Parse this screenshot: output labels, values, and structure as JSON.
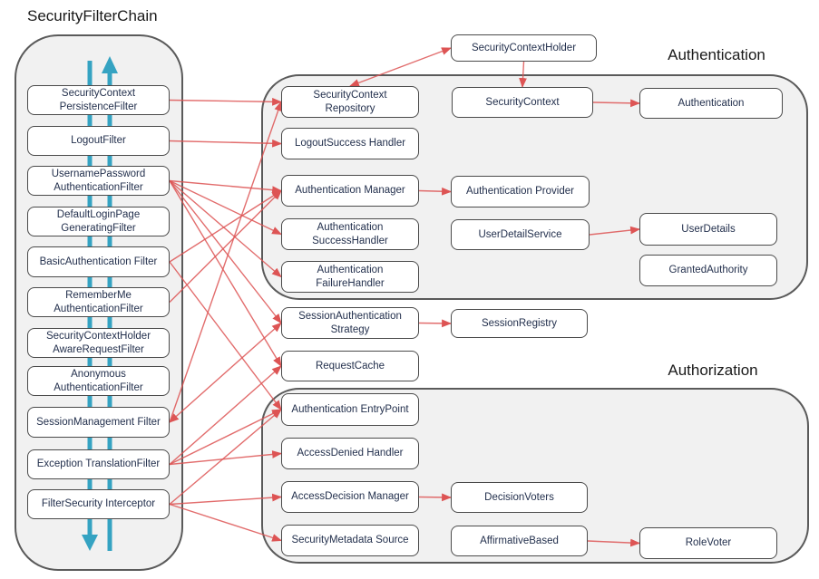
{
  "page_title": "SecurityFilterChain",
  "groups": {
    "authentication": {
      "label": "Authentication"
    },
    "authorization": {
      "label": "Authorization"
    }
  },
  "nodes": {
    "scpf": {
      "label": "SecurityContext PersistenceFilter"
    },
    "logout": {
      "label": "LogoutFilter"
    },
    "upaf": {
      "label": "UsernamePassword AuthenticationFilter"
    },
    "dlpgf": {
      "label": "DefaultLoginPage GeneratingFilter"
    },
    "baf": {
      "label": "BasicAuthentication Filter"
    },
    "rmaf": {
      "label": "RememberMe AuthenticationFilter"
    },
    "scharf": {
      "label": "SecurityContextHolder AwareRequestFilter"
    },
    "aaf": {
      "label": "Anonymous AuthenticationFilter"
    },
    "smf": {
      "label": "SessionManagement Filter"
    },
    "etf": {
      "label": "Exception TranslationFilter"
    },
    "fsi": {
      "label": "FilterSecurity Interceptor"
    },
    "scr": {
      "label": "SecurityContext Repository"
    },
    "lsh": {
      "label": "LogoutSuccess Handler"
    },
    "am": {
      "label": "Authentication Manager"
    },
    "ash": {
      "label": "Authentication SuccessHandler"
    },
    "afh": {
      "label": "Authentication FailureHandler"
    },
    "sas": {
      "label": "SessionAuthentication Strategy"
    },
    "rc": {
      "label": "RequestCache"
    },
    "aep": {
      "label": "Authentication EntryPoint"
    },
    "adh": {
      "label": "AccessDenied Handler"
    },
    "adm": {
      "label": "AccessDecision Manager"
    },
    "sms": {
      "label": "SecurityMetadata Source"
    },
    "sch": {
      "label": "SecurityContextHolder"
    },
    "sc": {
      "label": "SecurityContext"
    },
    "ap": {
      "label": "Authentication Provider"
    },
    "uds": {
      "label": "UserDetailService"
    },
    "sreg": {
      "label": "SessionRegistry"
    },
    "dv": {
      "label": "DecisionVoters"
    },
    "ab": {
      "label": "AffirmativeBased"
    },
    "auth": {
      "label": "Authentication"
    },
    "ud": {
      "label": "UserDetails"
    },
    "ga": {
      "label": "GrantedAuthority"
    },
    "rv": {
      "label": "RoleVoter"
    }
  },
  "edges": [
    {
      "from": "scpf",
      "to": "scr"
    },
    {
      "from": "logout",
      "to": "lsh"
    },
    {
      "from": "upaf",
      "to": "am"
    },
    {
      "from": "upaf",
      "to": "ash"
    },
    {
      "from": "upaf",
      "to": "afh"
    },
    {
      "from": "upaf",
      "to": "sas"
    },
    {
      "from": "upaf",
      "to": "rc"
    },
    {
      "from": "baf",
      "to": "am"
    },
    {
      "from": "baf",
      "to": "aep"
    },
    {
      "from": "rmaf",
      "to": "am"
    },
    {
      "from": "smf",
      "to": "scr"
    },
    {
      "from": "smf",
      "to": "sas",
      "both": true
    },
    {
      "from": "etf",
      "to": "rc"
    },
    {
      "from": "etf",
      "to": "aep"
    },
    {
      "from": "etf",
      "to": "adh"
    },
    {
      "from": "fsi",
      "to": "aep"
    },
    {
      "from": "fsi",
      "to": "adm"
    },
    {
      "from": "fsi",
      "to": "sms"
    },
    {
      "from": "scr",
      "to": "sch",
      "both": true
    },
    {
      "from": "sch",
      "to": "sc"
    },
    {
      "from": "sc",
      "to": "auth"
    },
    {
      "from": "am",
      "to": "ap"
    },
    {
      "from": "uds",
      "to": "ud"
    },
    {
      "from": "sas",
      "to": "sreg"
    },
    {
      "from": "adm",
      "to": "dv"
    },
    {
      "from": "ab",
      "to": "rv"
    }
  ],
  "colors": {
    "edge_red": "#dd5454",
    "flow_teal": "#35a3c2"
  }
}
